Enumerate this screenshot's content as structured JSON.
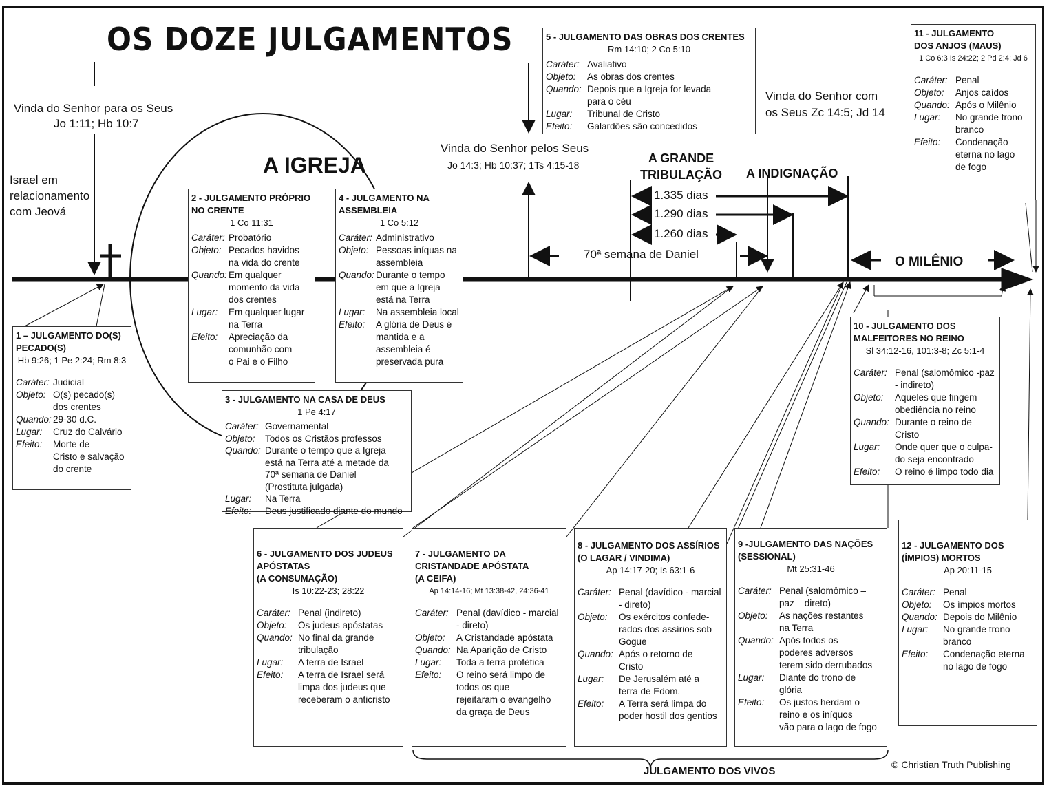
{
  "title": "OS DOZE JULGAMENTOS",
  "labels": {
    "vinda_para": "Vinda do Senhor para os Seus",
    "vinda_para_ref": "Jo 1:11; Hb 10:7",
    "israel": "Israel em\nrelacionamento\ncom Jeová",
    "igreja": "A IGREJA",
    "vinda_pelos": "Vinda do Senhor pelos Seus",
    "vinda_pelos_ref": "Jo 14:3; Hb 10:37; 1Ts 4:15-18",
    "vinda_com": "Vinda do Senhor com\nos Seus  Zc 14:5; Jd 14",
    "tribulacao": "A GRANDE\nTRIBULAÇÃO",
    "indignacao": "A INDIGNAÇÃO",
    "d1335": "1.335 dias",
    "d1290": "1.290 dias",
    "d1260": "1.260 dias",
    "semana": "70ª semana de Daniel",
    "milenio": "O MILÊNIO",
    "vivos": "JULGAMENTO DOS VIVOS",
    "copyright": "© Christian Truth Publishing"
  },
  "boxes": [
    {
      "id": "b1",
      "title": "1 – JULGAMENTO DO(S)\n      PECADO(S)",
      "ref": "Hb 9:26; 1 Pe 2:24; Rm 8:3",
      "fields": [
        [
          "Caráter:",
          "Judicial"
        ],
        [
          "Objeto:",
          "O(s) pecado(s)\ndos crentes"
        ],
        [
          "Quando:",
          "29-30 d.C."
        ],
        [
          "Lugar:",
          "Cruz do Calvário"
        ],
        [
          "Efeito:",
          "Morte de\nCristo e salvação\ndo crente"
        ]
      ]
    },
    {
      "id": "b2",
      "title": "2 - JULGAMENTO PRÓPRIO\n      NO CRENTE",
      "ref": "1 Co 11:31",
      "fields": [
        [
          "Caráter:",
          "Probatório"
        ],
        [
          "Objeto:",
          "Pecados havidos\nna vida do crente"
        ],
        [
          "Quando:",
          "Em qualquer\nmomento  da vida\ndos crentes"
        ],
        [
          "Lugar:",
          "Em qualquer lugar\nna Terra"
        ],
        [
          "Efeito:",
          "Apreciação da\ncomunhão com\no Pai e o Filho"
        ]
      ]
    },
    {
      "id": "b3",
      "title": "3 - JULGAMENTO NA CASA DE DEUS",
      "ref": "1 Pe 4:17",
      "fields": [
        [
          "Caráter:",
          "Governamental"
        ],
        [
          "Objeto:",
          "Todos os Cristãos professos"
        ],
        [
          "Quando:",
          "Durante o tempo que a Igreja\nestá na Terra até a metade da\n70ª semana de Daniel\n(Prostituta julgada)"
        ],
        [
          "Lugar:",
          "Na Terra"
        ],
        [
          "Efeito:",
          "Deus justificado diante do mundo"
        ]
      ]
    },
    {
      "id": "b4",
      "title": "4 - JULGAMENTO NA\n      ASSEMBLEIA",
      "ref": "1 Co 5:12",
      "fields": [
        [
          "Caráter:",
          "Administrativo"
        ],
        [
          "Objeto:",
          "Pessoas iníquas na\nassembleia"
        ],
        [
          "Quando:",
          "Durante o tempo\nem que a Igreja\nestá na Terra"
        ],
        [
          "Lugar:",
          "Na assembleia local"
        ],
        [
          "Efeito:",
          "A glória de Deus é\nmantida e a\nassembleia é\npreservada pura"
        ]
      ]
    },
    {
      "id": "b5",
      "title": "5 - JULGAMENTO DAS OBRAS DOS CRENTES",
      "ref": "Rm 14:10; 2 Co 5:10",
      "fields": [
        [
          "Caráter:",
          "Avaliativo"
        ],
        [
          "Objeto:",
          "As obras dos crentes"
        ],
        [
          "Quando:",
          "Depois que a Igreja for levada\npara o céu"
        ],
        [
          "Lugar:",
          "Tribunal de Cristo"
        ],
        [
          "Efeito:",
          "Galardões são concedidos"
        ]
      ]
    },
    {
      "id": "b6",
      "title": "6 - JULGAMENTO DOS JUDEUS\n      APÓSTATAS\n            (A CONSUMAÇÃO)",
      "ref": "Is 10:22-23; 28:22",
      "fields": [
        [
          "Caráter:",
          "Penal (indireto)"
        ],
        [
          "Objeto:",
          "Os judeus apóstatas"
        ],
        [
          "Quando:",
          "No final da grande\ntribulação"
        ],
        [
          "Lugar:",
          "A terra de Israel"
        ],
        [
          "Efeito:",
          "A terra de Israel será\nlimpa dos judeus que\nreceberam o anticristo"
        ]
      ]
    },
    {
      "id": "b7",
      "title": "7 - JULGAMENTO DA\n      CRISTANDADE APÓSTATA\n                   (A CEIFA)",
      "ref": "Ap 14:14-16; Mt 13:38-42, 24:36-41",
      "fields": [
        [
          "Caráter:",
          "Penal (davídico - marcial\n- direto)"
        ],
        [
          "Objeto:",
          "A Cristandade apóstata"
        ],
        [
          "Quando:",
          "Na Aparição de Cristo"
        ],
        [
          "Lugar:",
          "Toda a terra profética"
        ],
        [
          "Efeito:",
          "O reino será limpo de\ntodos os que\nrejeitaram o evangelho\nda graça de Deus"
        ]
      ]
    },
    {
      "id": "b8",
      "title": "8 - JULGAMENTO DOS ASSÍRIOS\n         (O LAGAR / VINDIMA)",
      "ref": "Ap 14:17-20; Is 63:1-6",
      "fields": [
        [
          "Caráter:",
          "Penal (davídico - marcial\n- direto)"
        ],
        [
          "Objeto:",
          "Os exércitos confede-\nrados dos assírios sob\nGogue"
        ],
        [
          "Quando:",
          "Após o retorno  de\nCristo"
        ],
        [
          "Lugar:",
          "De Jerusalém até a\nterra de Edom."
        ],
        [
          "Efeito:",
          "A Terra será limpa do\npoder hostil dos gentios"
        ]
      ]
    },
    {
      "id": "b9",
      "title": "9 -JULGAMENTO DAS NAÇÕES\n            (SESSIONAL)",
      "ref": "Mt 25:31-46",
      "fields": [
        [
          "Caráter:",
          "Penal (salomômico –\npaz – direto)"
        ],
        [
          "Objeto:",
          "As nações restantes\nna Terra"
        ],
        [
          "Quando:",
          "Após todos os\npoderes adversos\nterem sido derrubados"
        ],
        [
          "Lugar:",
          "Diante do trono de\nglória"
        ],
        [
          "Efeito:",
          "Os justos herdam o\nreino e os iníquos\nvão para o lago de fogo"
        ]
      ]
    },
    {
      "id": "b10",
      "title": "10 - JULGAMENTO DOS\n        MALFEITORES NO REINO",
      "ref": "Sl 34:12-16, 101:3-8; Zc 5:1-4",
      "fields": [
        [
          "Caráter:",
          "Penal (salomômico -paz\n- indireto)"
        ],
        [
          "Objeto:",
          "Aqueles que fingem\nobediência no reino"
        ],
        [
          "Quando:",
          "Durante o reino de\nCristo"
        ],
        [
          "Lugar:",
          "Onde quer que o culpa-\ndo seja encontrado"
        ],
        [
          "Efeito:",
          "O reino é limpo todo dia"
        ]
      ]
    },
    {
      "id": "b11",
      "title": "11 - JULGAMENTO\n        DOS ANJOS (MAUS)",
      "ref": "1 Co 6:3 Is 24:22; 2 Pd 2:4; Jd 6",
      "fields": [
        [
          "Caráter:",
          "Penal"
        ],
        [
          "Objeto:",
          "Anjos caídos"
        ],
        [
          "Quando:",
          "Após o Milênio"
        ],
        [
          "Lugar:",
          "No grande trono\nbranco"
        ],
        [
          "Efeito:",
          "Condenação\neterna no lago\nde fogo"
        ]
      ]
    },
    {
      "id": "b12",
      "title": "12 - JULGAMENTO DOS\n        (ÍMPIOS) MORTOS",
      "ref": "Ap 20:11-15",
      "fields": [
        [
          "Caráter:",
          "Penal"
        ],
        [
          "Objeto:",
          "Os ímpios mortos"
        ],
        [
          "Quando:",
          "Depois do Milênio"
        ],
        [
          "Lugar:",
          "No grande trono\nbranco"
        ],
        [
          "Efeito:",
          "Condenação eterna\nno lago de fogo"
        ]
      ]
    }
  ]
}
